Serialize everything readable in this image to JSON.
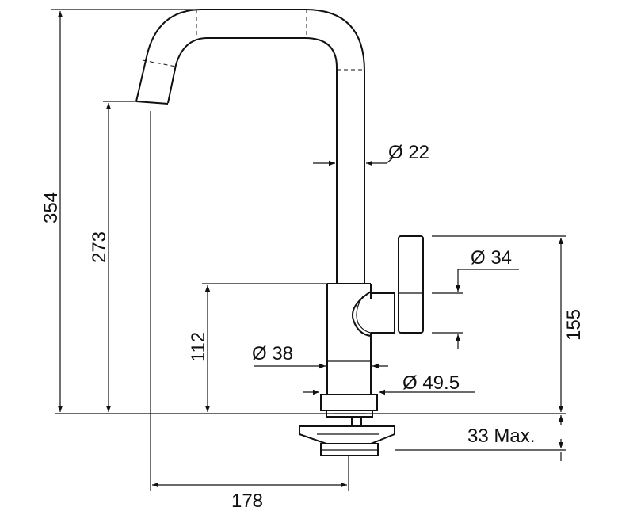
{
  "drawing": {
    "subject": "kitchen faucet technical drawing",
    "line_color": "#111111",
    "background": "#ffffff"
  },
  "dimensions": {
    "overall_height": "354",
    "spout_height": "273",
    "body_height": "112",
    "lever_height": "155",
    "spout_diameter": "Ø 22",
    "handle_diameter": "Ø 34",
    "body_diameter": "Ø 38",
    "base_diameter": "Ø 49.5",
    "mounting_max": "33 Max.",
    "spout_reach": "178"
  }
}
